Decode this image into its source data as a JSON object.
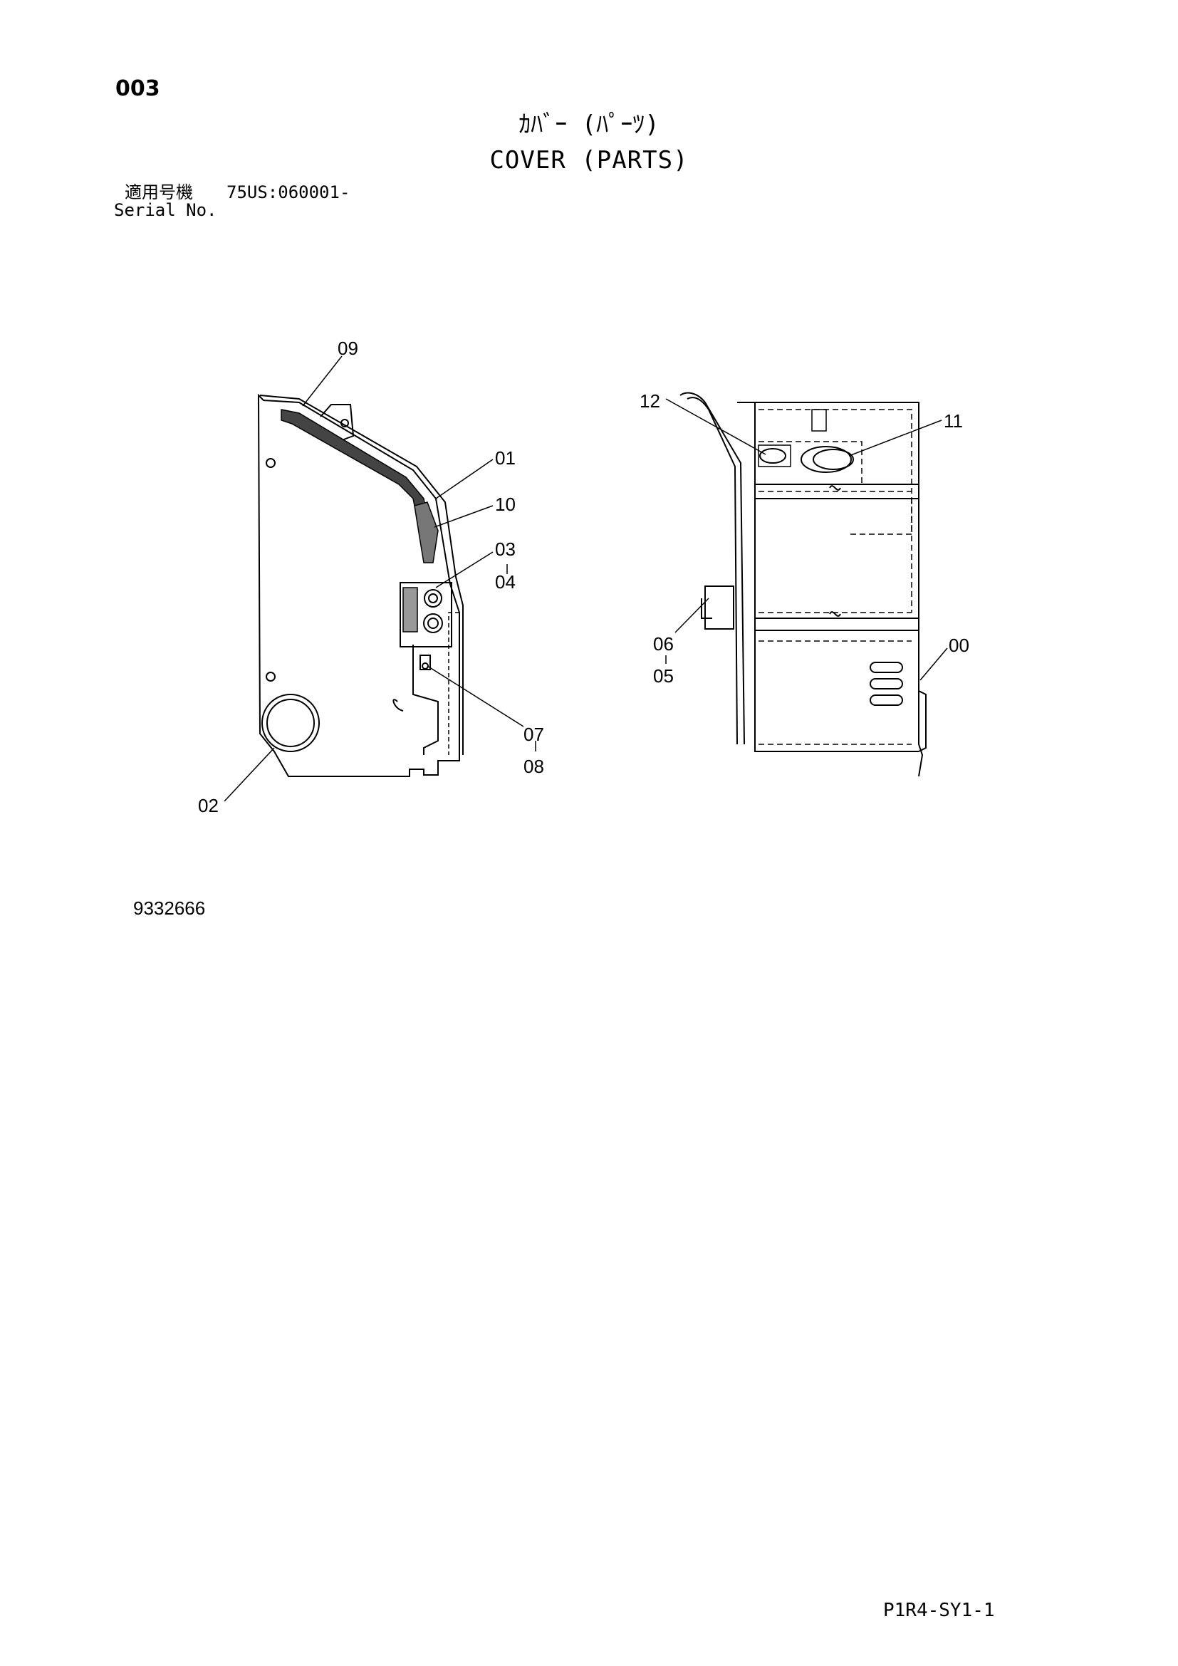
{
  "header": {
    "page_number": "003",
    "title_jp": "ｶﾊﾞｰ (ﾊﾟｰﾂ)",
    "title_en": "COVER (PARTS)",
    "serial_label_jp": "適用号機",
    "serial_value": "75US:060001-",
    "serial_label_en": "Serial No."
  },
  "callouts": {
    "c09": "09",
    "c01": "01",
    "c10": "10",
    "c03": "03",
    "c04": "04",
    "c07": "07",
    "c08": "08",
    "c02": "02",
    "c12": "12",
    "c11": "11",
    "c06": "06",
    "c05": "05",
    "c00": "00"
  },
  "footer": {
    "drawing_number": "9332666",
    "page_code": "P1R4-SY1-1"
  }
}
